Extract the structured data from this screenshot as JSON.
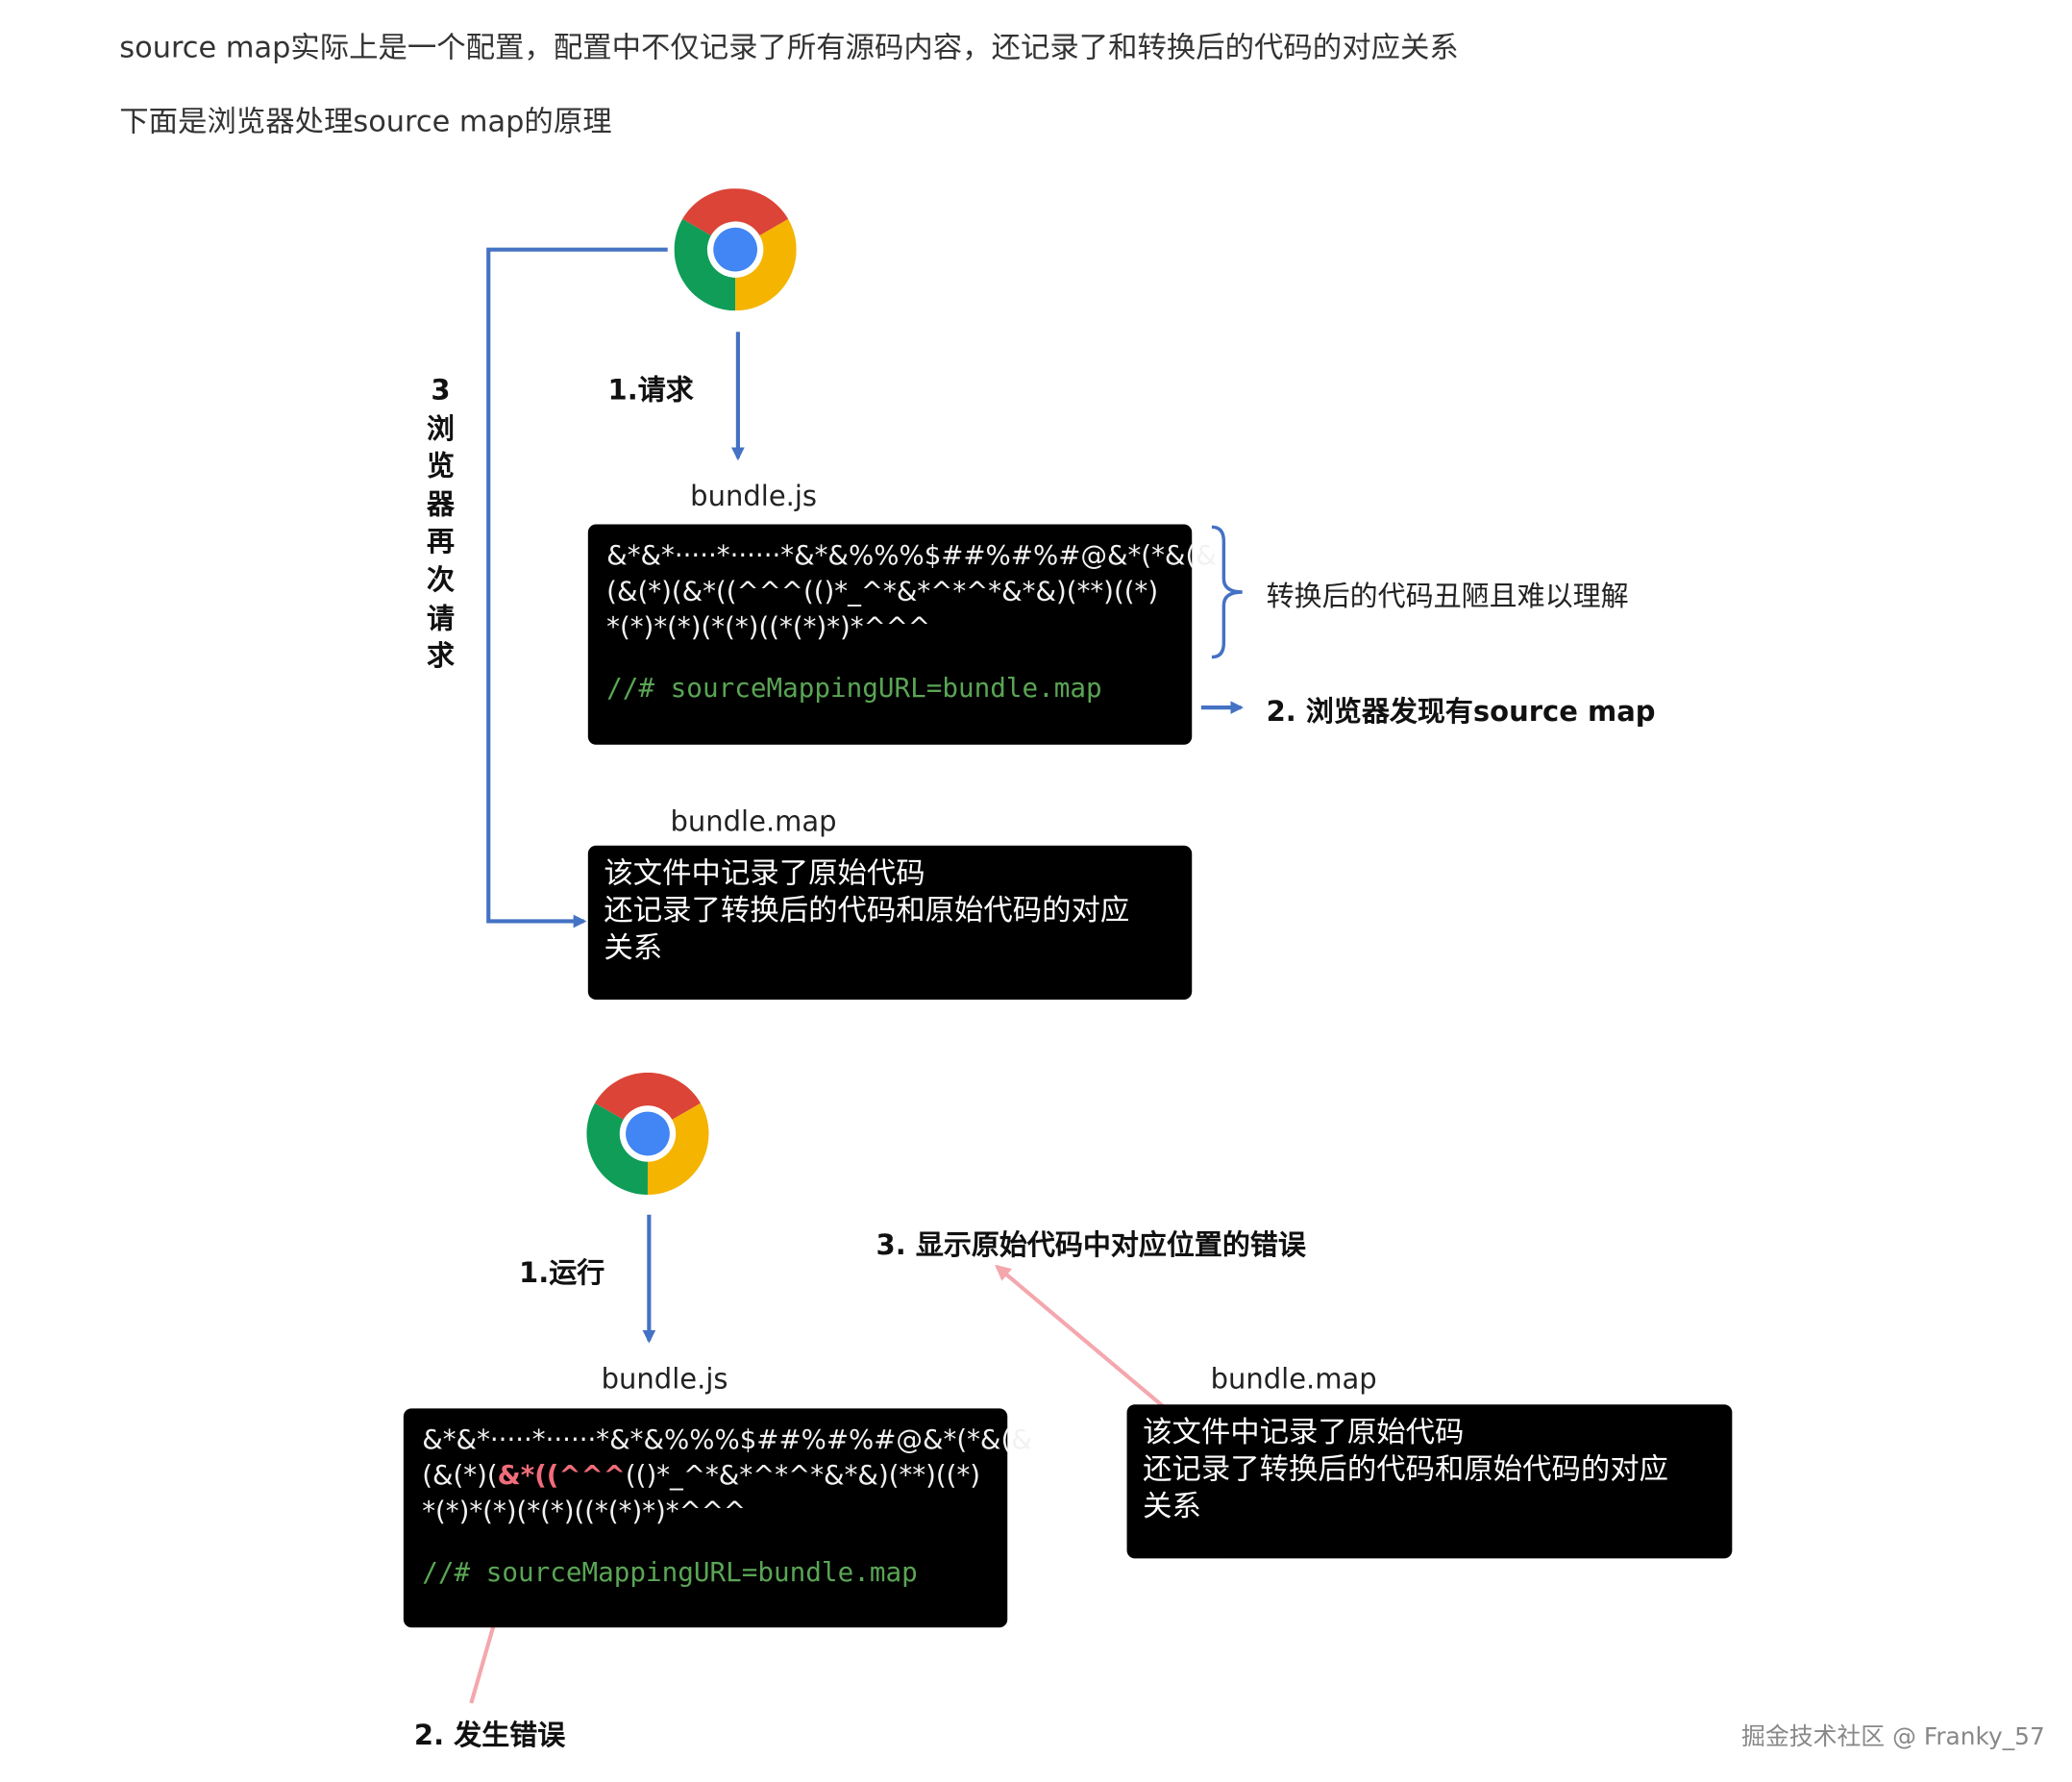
{
  "intro": {
    "line1": "source map实际上是一个配置，配置中不仅记录了所有源码内容，还记录了和转换后的代码的对应关系",
    "line2": "下面是浏览器处理source map的原理"
  },
  "diagram1": {
    "step_request": "1.请求",
    "step_reload_chars": [
      "3",
      "浏",
      "览",
      "器",
      "再",
      "次",
      "请",
      "求"
    ],
    "bundle_js_label": "bundle.js",
    "code_lines": [
      "&*&*·····*······*&*&%%%$##%#%#@&*(*&(&",
      "  (&(*)(&*((^^^(()*_^*&*^*^*&*&)(**)((*)",
      "*(*)*(*)(*(*)((*(*)*)*^^^"
    ],
    "source_mapping_comment": "//# sourceMappingURL=bundle.map",
    "brace_note": "转换后的代码丑陋且难以理解",
    "step_found": "2. 浏览器发现有source map",
    "bundle_map_label": "bundle.map",
    "map_lines": [
      "该文件中记录了原始代码",
      "还记录了转换后的代码和原始代码的对应",
      "关系"
    ]
  },
  "diagram2": {
    "step_run": "1.运行",
    "step_show": "3. 显示原始代码中对应位置的错误",
    "bundle_js_label": "bundle.js",
    "code_line1": "&*&*·····*······*&*&%%%$##%#%#@&*(*&(&",
    "code_line2_pre": "  (&(*)(",
    "code_line2_hl": "&*((^^^",
    "code_line2_post": "(()*_^*&*^*^*&*&)(**)((*)",
    "code_line3": "*(*)*(*)(*(*)((*(*)*)*^^^",
    "source_mapping_comment": "//# sourceMappingURL=bundle.map",
    "step_error": "2. 发生错误",
    "bundle_map_label": "bundle.map",
    "map_lines": [
      "该文件中记录了原始代码",
      "还记录了转换后的代码和原始代码的对应",
      "关系"
    ]
  },
  "footer": "掘金技术社区 @ Franky_57",
  "colors": {
    "arrow_blue": "#4472c4",
    "arrow_pink": "#f4a7ad",
    "code_green": "#5aa555",
    "error_highlight": "#f06c7a",
    "box_background": "#000000"
  },
  "icons": [
    "chrome-icon",
    "chrome-icon"
  ]
}
